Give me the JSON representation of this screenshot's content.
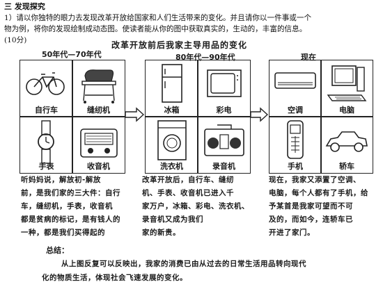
{
  "section_heading": "三 发现探究",
  "question": {
    "line1": "1）请以你独特的眼力去发现改革开放给国家和人们生活带来的变化。并且请你以一件事或一个",
    "line2": "物为例，将你的发现绘制成动态图。使读者能从你的图中获取真实的，生动的，丰富的信息。",
    "line3": "(10分)"
  },
  "drawing_title": "改革开放前后我家主导用品的变化",
  "panels": [
    {
      "era": "50年代—70年代",
      "items": [
        "自行车",
        "缝纫机",
        "手表",
        "收音机"
      ],
      "icons": [
        "bicycle-icon",
        "sewing-machine-icon",
        "wristwatch-icon",
        "radio-icon"
      ],
      "caption": [
        "听妈妈说，解放初-解放",
        "前，是我们家的三大件：自行",
        "车，缝纫机，手表，收音机",
        "都是贫病的标记，是有钱人的",
        "一种，都是我们买得起的"
      ]
    },
    {
      "era": "80年代—90年代",
      "items": [
        "冰箱",
        "彩电",
        "洗衣机",
        "录音机"
      ],
      "icons": [
        "refrigerator-icon",
        "color-tv-icon",
        "washing-machine-icon",
        "cassette-recorder-icon"
      ],
      "caption": [
        "改革开放后，自行车、缝纫",
        "机、手表、收音机已进入千",
        "家万户，冰箱、彩电、洗衣机、",
        "录音机又成为我们",
        "家的新贵。"
      ]
    },
    {
      "era": "现在",
      "items": [
        "空调",
        "电脑",
        "手机",
        "轿车"
      ],
      "icons": [
        "air-conditioner-icon",
        "computer-icon",
        "mobile-phone-icon",
        "car-icon"
      ],
      "caption": [
        "现在，我家又添置了空调、",
        "电脑，每个人都有了手机，给",
        "予某首是我家可望而不可",
        "及的，而如今，连轿车已",
        "开进了家门。"
      ]
    }
  ],
  "summary_label": "总结：",
  "summary": {
    "line1": "从上图反复可以反映出，我家的消费已由从过去的日常生活用品转向现代",
    "line2": "化的物质生活，体现社会飞速发展的变化。"
  }
}
